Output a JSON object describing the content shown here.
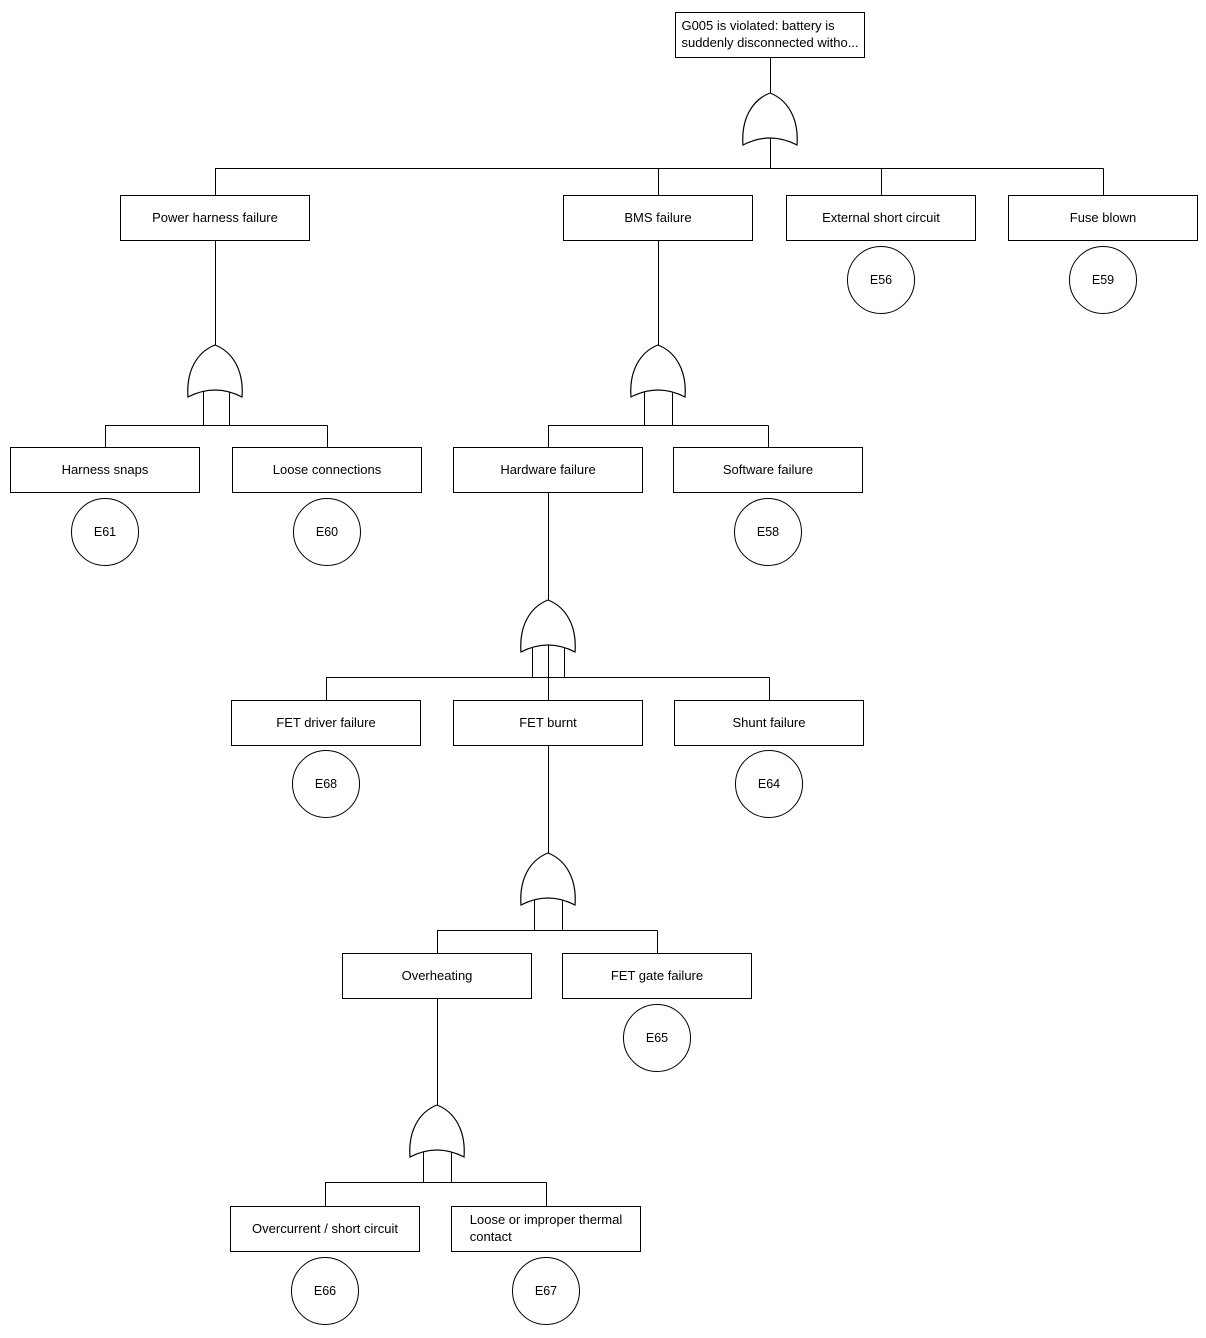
{
  "diagram": {
    "kind": "fault-tree",
    "gate_symbol": "OR",
    "colors": {
      "background": "#ffffff",
      "line": "#000000",
      "box_border": "#000000",
      "text": "#000000"
    }
  },
  "nodes": {
    "top": {
      "label": "G005 is violated: battery is\nsuddenly disconnected witho...",
      "gate": "OR",
      "children": [
        "power_harness",
        "bms",
        "external_short",
        "fuse_blown"
      ]
    },
    "power_harness": {
      "label": "Power harness failure",
      "gate": "OR",
      "children": [
        "harness_snaps",
        "loose_connections"
      ]
    },
    "bms": {
      "label": "BMS failure",
      "gate": "OR",
      "children": [
        "hardware_failure",
        "software_failure"
      ]
    },
    "external_short": {
      "label": "External short circuit",
      "event_id": "E56"
    },
    "fuse_blown": {
      "label": "Fuse blown",
      "event_id": "E59"
    },
    "harness_snaps": {
      "label": "Harness snaps",
      "event_id": "E61"
    },
    "loose_connections": {
      "label": "Loose connections",
      "event_id": "E60"
    },
    "hardware_failure": {
      "label": "Hardware failure",
      "gate": "OR",
      "children": [
        "fet_driver",
        "fet_burnt",
        "shunt_failure"
      ]
    },
    "software_failure": {
      "label": "Software failure",
      "event_id": "E58"
    },
    "fet_driver": {
      "label": "FET driver failure",
      "event_id": "E68"
    },
    "fet_burnt": {
      "label": "FET burnt",
      "gate": "OR",
      "children": [
        "overheating",
        "fet_gate"
      ]
    },
    "shunt_failure": {
      "label": "Shunt failure",
      "event_id": "E64"
    },
    "overheating": {
      "label": "Overheating",
      "gate": "OR",
      "children": [
        "overcurrent",
        "thermal_contact"
      ]
    },
    "fet_gate": {
      "label": "FET gate failure",
      "event_id": "E65"
    },
    "overcurrent": {
      "label": "Overcurrent / short circuit",
      "event_id": "E66"
    },
    "thermal_contact": {
      "label": "Loose or improper thermal\ncontact",
      "event_id": "E67"
    }
  }
}
